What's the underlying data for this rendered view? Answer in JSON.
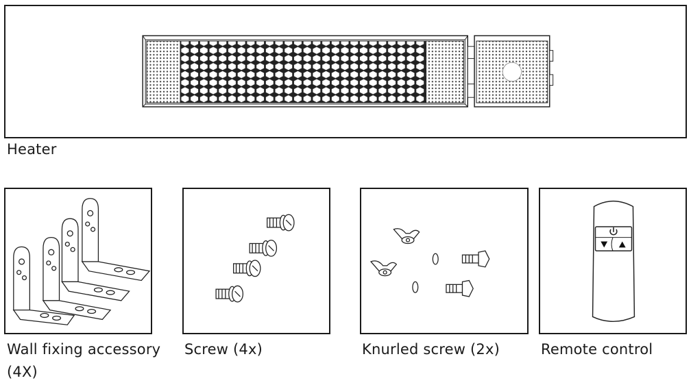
{
  "heater": {
    "caption": "Heater"
  },
  "accessories": {
    "wall_fixing": {
      "caption_line1": "Wall fixing accessory",
      "caption_line2": "(4X)"
    },
    "screw": {
      "caption": "Screw (4x)"
    },
    "knurled_screw": {
      "caption": "Knurled screw (2x)"
    },
    "remote_control": {
      "caption": "Remote control"
    }
  }
}
